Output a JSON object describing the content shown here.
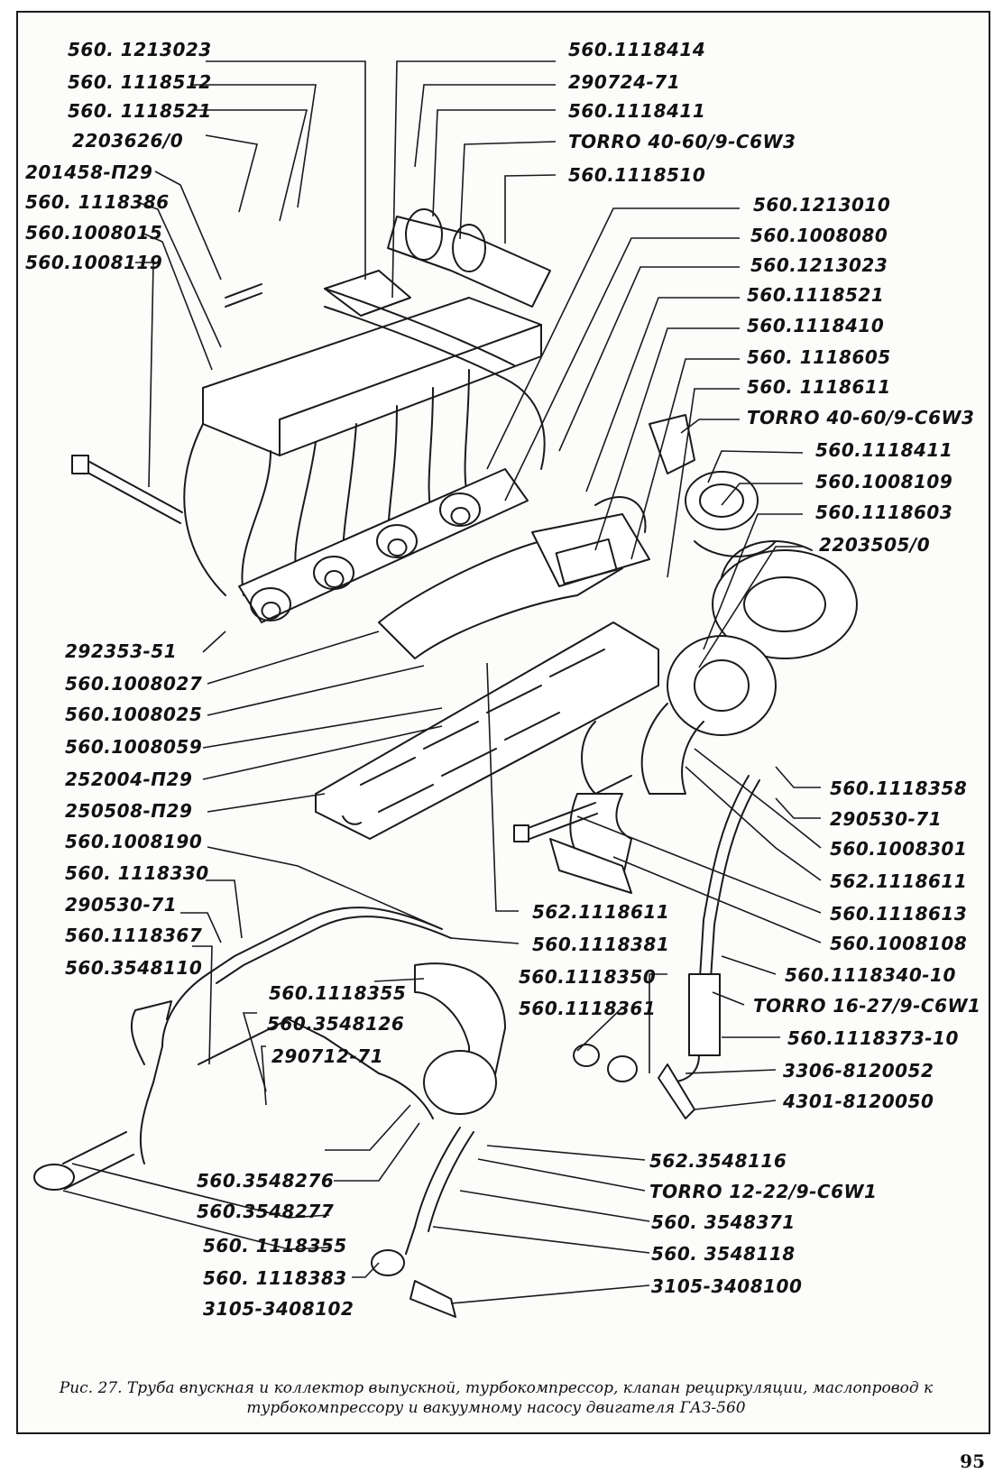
{
  "labels": {
    "l01": "560. 1213023",
    "l02": "560. 1118512",
    "l03": "560. 1118521",
    "l04": "2203626/0",
    "l05": "201458-П29",
    "l06": "560. 1118386",
    "l07": "560.1008015",
    "l08": "560.1008119",
    "l09": "292353-51",
    "l10": "560.1008027",
    "l11": "560.1008025",
    "l12": "560.1008059",
    "l13": "252004-П29",
    "l14": "250508-П29",
    "l15": "560.1008190",
    "l16": "560. 1118330",
    "l17": "290530-71",
    "l18": "560.1118367",
    "l19": "560.3548110",
    "l20": "560.1118355",
    "l21": "560.3548126",
    "l22": "290712-71",
    "l23": "560.3548276",
    "l24": "560.3548277",
    "l25": "560. 1118355",
    "l26": "560. 1118383",
    "l27": "3105-3408102",
    "r01": "560.1118414",
    "r02": "290724-71",
    "r03": "560.1118411",
    "r04": "TORRO 40-60/9-C6W3",
    "r05": "560.1118510",
    "r06": "560.1213010",
    "r07": "560.1008080",
    "r08": "560.1213023",
    "r09": "560.1118521",
    "r10": "560.1118410",
    "r11": "560. 1118605",
    "r12": "560. 1118611",
    "r13": "TORRO 40-60/9-C6W3",
    "r14": "560.1118411",
    "r15": "560.1008109",
    "r16": "560.1118603",
    "r17": "2203505/0",
    "r18": "560.1118358",
    "r19": "290530-71",
    "r20": "560.1008301",
    "r21": "562.1118611",
    "r22": "562.1118611",
    "r23": "560.1118613",
    "r24": "560.1008108",
    "r25": "560.1118381",
    "r26": "560.1118340-10",
    "r27": "560.1118350",
    "r28": "TORRO 16-27/9-C6W1",
    "r29": "560.1118361",
    "r30": "560.1118373-10",
    "r31": "3306-8120052",
    "r32": "4301-8120050",
    "r33": "562.3548116",
    "r34": "TORRO 12-22/9-C6W1",
    "r35": "560. 3548371",
    "r36": "560. 3548118",
    "r37": "3105-3408100"
  },
  "caption": {
    "line1": "Рис. 27. Труба впускная и коллектор выпускной, турбокомпрессор, клапан рециркуляции, маслопровод к",
    "line2": "турбокомпрессору и вакуумному насосу двигателя ГАЗ-560"
  },
  "page_number": "95",
  "colors": {
    "ink": "#111111",
    "paper": "#fcfcfb"
  }
}
